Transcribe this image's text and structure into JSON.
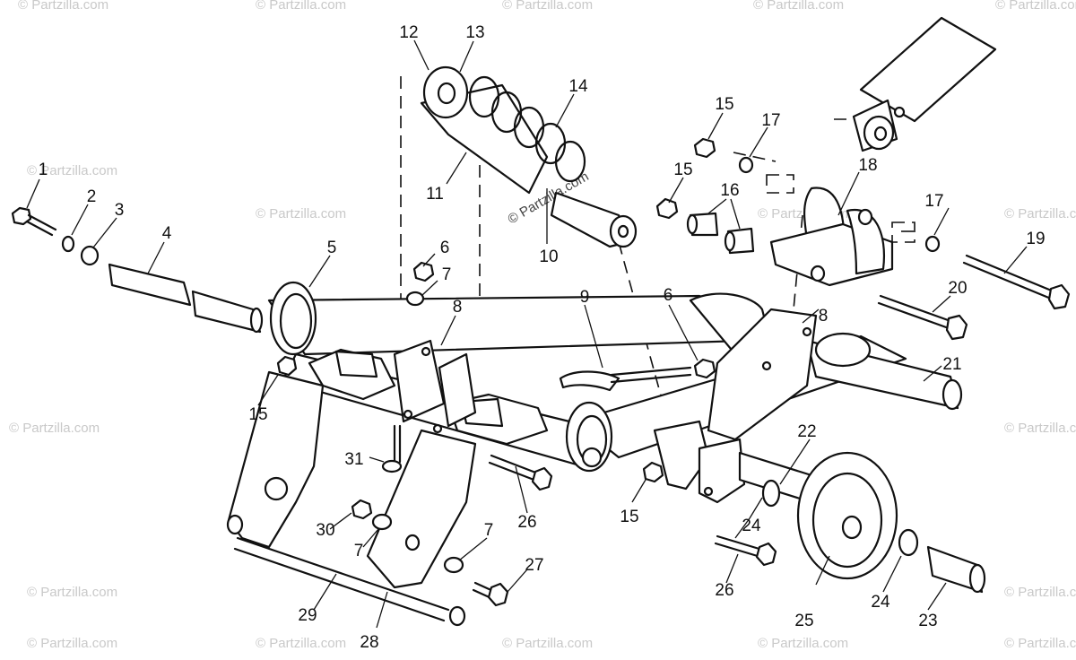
{
  "watermark": "© Partzilla.com",
  "callouts": [
    "1",
    "2",
    "3",
    "4",
    "5",
    "6",
    "7",
    "8",
    "9",
    "10",
    "11",
    "12",
    "13",
    "14",
    "15",
    "16",
    "17",
    "18",
    "19",
    "20",
    "21",
    "22",
    "23",
    "24",
    "25",
    "26",
    "27",
    "28",
    "29",
    "30",
    "31"
  ],
  "labels": {
    "l1": "1",
    "l2": "2",
    "l3": "3",
    "l4": "4",
    "l5": "5",
    "l6a": "6",
    "l6b": "6",
    "l7a": "7",
    "l7b": "7",
    "l7c": "7",
    "l8a": "8",
    "l8b": "8",
    "l9": "9",
    "l10": "10",
    "l11": "11",
    "l12": "12",
    "l13": "13",
    "l14": "14",
    "l15a": "15",
    "l15b": "15",
    "l15c": "15",
    "l15d": "15",
    "l16": "16",
    "l17a": "17",
    "l17b": "17",
    "l18": "18",
    "l19": "19",
    "l20": "20",
    "l21": "21",
    "l22": "22",
    "l23": "23",
    "l24a": "24",
    "l24b": "24",
    "l25": "25",
    "l26a": "26",
    "l26b": "26",
    "l27": "27",
    "l28": "28",
    "l29": "29",
    "l30": "30",
    "l31": "31"
  }
}
